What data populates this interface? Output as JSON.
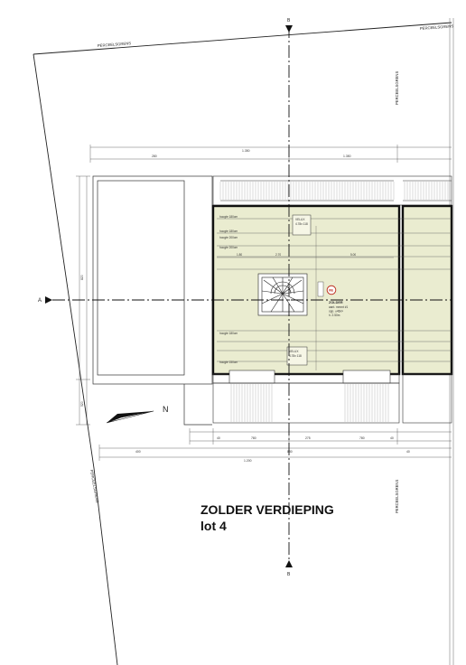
{
  "title": "ZOLDER VERDIEPING",
  "subtitle": "lot 4",
  "boundary_label": "PERCEELSGRENS",
  "section_a": "A",
  "section_b": "B",
  "north": "N",
  "dims_top": [
    "1.350",
    "280",
    "1.350"
  ],
  "dims_bottom": [
    "40",
    "780",
    "275",
    "780",
    "40"
  ],
  "dims_bottom2": [
    "400",
    "880",
    "40"
  ],
  "dims_bottom3": [
    "1.200"
  ],
  "dims_left": [
    "820",
    "520"
  ],
  "room_label": "ZOLDER",
  "room_notes": [
    "aant. mmmt #1",
    "opp. ±46m²",
    "h. 2.50m"
  ],
  "roof_notes": [
    "hoogte 180cm",
    "hoogte 180cm",
    "hoogte 200cm",
    "hoogte 200cm",
    "hoogte 180cm",
    "hoogte 150cm"
  ],
  "window_labels": [
    "VELUX",
    "VELUX"
  ],
  "window_size": "4.78x 118",
  "stair_code": "WE",
  "grid_dims": [
    "1.80",
    "2.70",
    "5.00"
  ]
}
